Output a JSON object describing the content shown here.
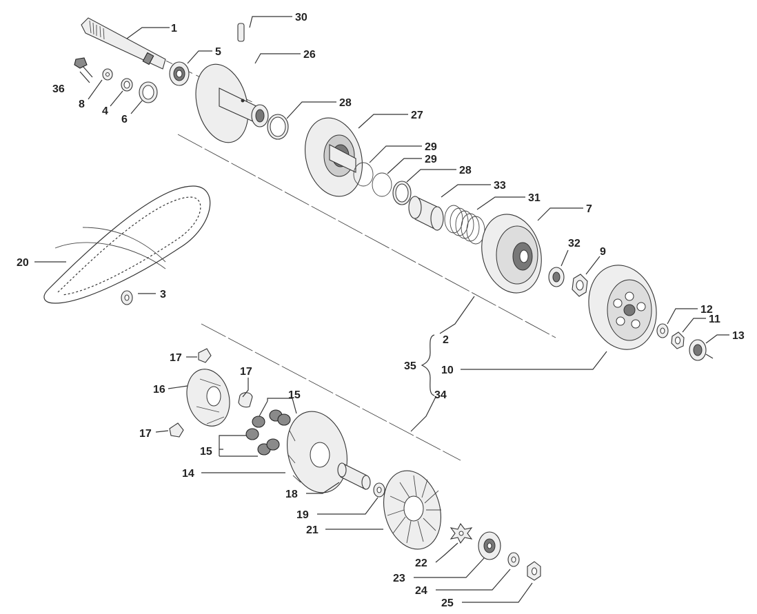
{
  "labels": {
    "l1": "1",
    "l2": "2",
    "l3": "3",
    "l4": "4",
    "l5": "5",
    "l6": "6",
    "l7": "7",
    "l8": "8",
    "l9": "9",
    "l10": "10",
    "l11": "11",
    "l12": "12",
    "l13": "13",
    "l14": "14",
    "l15a": "15",
    "l15b": "15",
    "l16": "16",
    "l17a": "17",
    "l17b": "17",
    "l17c": "17",
    "l18": "18",
    "l19": "19",
    "l20": "20",
    "l21": "21",
    "l22": "22",
    "l23": "23",
    "l24": "24",
    "l25": "25",
    "l26": "26",
    "l27": "27",
    "l28a": "28",
    "l28b": "28",
    "l29a": "29",
    "l29b": "29",
    "l30": "30",
    "l31": "31",
    "l32": "32",
    "l33": "33",
    "l34": "34",
    "l35": "35",
    "l36": "36"
  }
}
